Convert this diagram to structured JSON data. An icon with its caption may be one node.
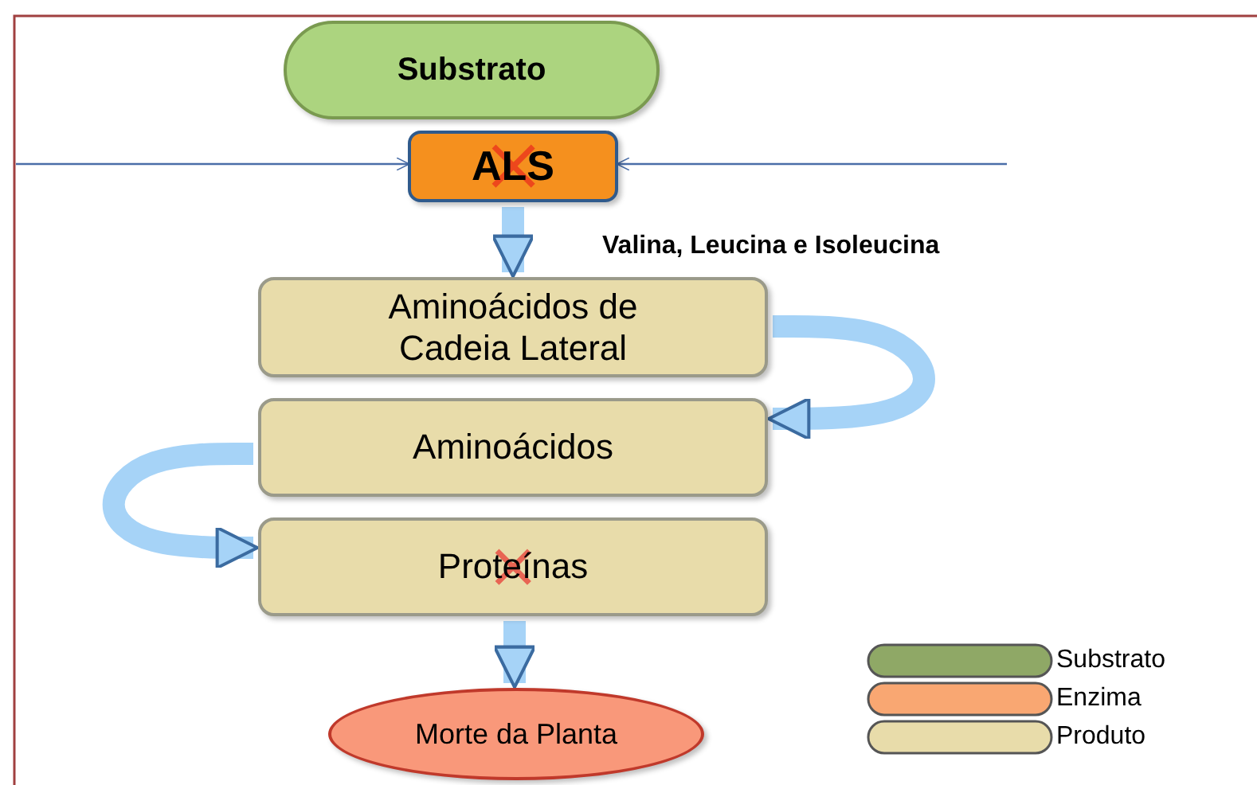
{
  "diagram": {
    "nodes": [
      {
        "text": [
          "Substrato"
        ]
      },
      {
        "text": [
          "ALS"
        ]
      },
      {
        "text": [
          "Aminoácidos de Cadeia Lateral"
        ]
      },
      {
        "text": [
          "Aminoácidos"
        ]
      },
      {
        "text": [
          "Proteínas"
        ]
      },
      {
        "text": [
          "Morte da Planta"
        ]
      }
    ],
    "edges": [
      {
        "from": null,
        "to": 1,
        "arrow": "to",
        "color": "#4a6ea8"
      },
      {
        "from": null,
        "to": 1,
        "arrow": "to",
        "color": "#4a6ea8"
      },
      {
        "from": 1,
        "to": 2,
        "arrow": "to"
      },
      {
        "from": 2,
        "to": 3,
        "arrow": "to"
      },
      {
        "from": 3,
        "to": 4,
        "arrow": "to"
      },
      {
        "from": 4,
        "to": 5,
        "arrow": "to"
      }
    ],
    "labels": [
      "Valina, Leucina e Isoleucina"
    ],
    "legend": [
      {
        "text": "Substrato",
        "color": "#8fa866"
      },
      {
        "text": "Enzima",
        "color": "#f9a772"
      },
      {
        "text": "Produto",
        "color": "#e8dcaa"
      }
    ]
  }
}
